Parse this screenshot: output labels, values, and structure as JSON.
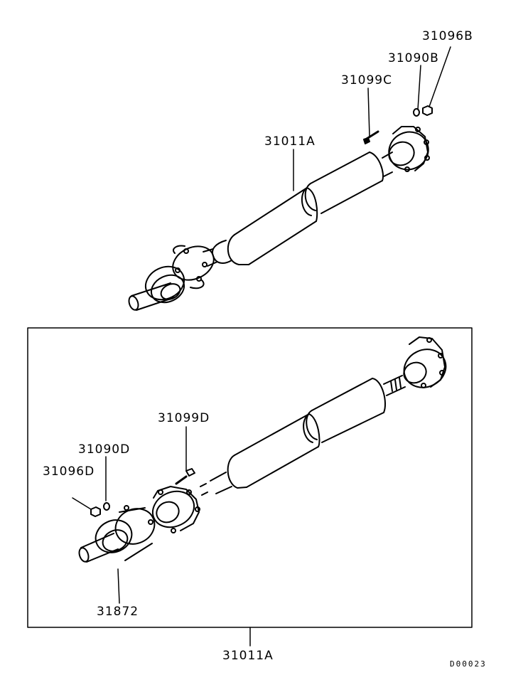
{
  "upper_assembly": {
    "labels": {
      "nut": "31096B",
      "washer": "31090B",
      "bolt": "31099C",
      "shaft": "31011A"
    }
  },
  "lower_assembly": {
    "labels": {
      "bolt": "31099D",
      "washer": "31090D",
      "nut": "31096D",
      "bearing": "31872"
    },
    "callout": "31011A"
  },
  "diagram_code": "D00023",
  "colors": {
    "line": "#000000",
    "background": "#ffffff"
  }
}
